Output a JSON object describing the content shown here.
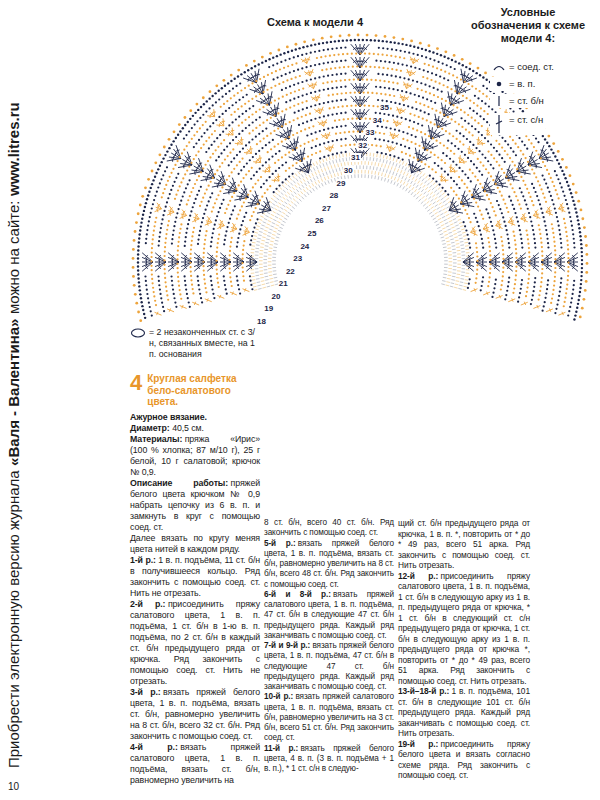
{
  "diagram": {
    "title": "Схема к модели 4",
    "labels": [
      "Приобрести электронную версию журнала",
      "«Валя - Валентина»",
      "можно на сайте:",
      "www.litres.ru",
      "Условные обозначения к схеме модели 4:",
      "18",
      "19",
      "20",
      "21",
      "22",
      "23",
      "24",
      "25",
      "26",
      "27",
      "28",
      "29",
      "30",
      "31",
      "32",
      "33",
      "34",
      "35",
      "4",
      "Круглая салфетка бело-салатового цвета.",
      "Ажурное вязание.",
      "Диаметр:",
      "40,5 см.",
      "Материалы:",
      "пряжа «Ирис» (100 % хлопка; 87 м/10 г), 25 г белой, 10 г салатовой; крючок № 0,9.",
      "Описание работы:",
      "пряжей белого цвета крючком № 0,9 набрать цепочку из 6 в. п. и замкнуть в круг с помощью соед. ст.",
      "Далее вязать по кругу меняя цвета нитей в каждом ряду.",
      "1-й р.:",
      "1 в. п. подъёма, 11 ст. б/н в получившееся кольцо. Ряд закончить с помощью соед. ст. Нить не отрезать.",
      "2-й р.:",
      "присоединить пряжу салатового цвета, 1 в. п. подъёма, 1 ст. б/н в 1-ю в. п. подъёма, по 2 ст. б/н в каждый ст. б/н предыдущего ряда от крючка. Ряд закончить с помощью соед. ст. Нить не отрезать.",
      "3-й р.:",
      "вязать пряжей белого цвета, 1 в. п. подъёма, вязать ст. б/н, равномерно увеличить на 8 ст. б/н, всего 32 ст. б/н. Ряд закончить с помощью соед. ст.",
      "4-й р.:",
      "вязать пряжей салатового цвета, 1 в. п. подъёма, вязать ст. б/н, равномерно увеличить на",
      "8 ст. б/н, всего 40 ст. б/н. Ряд закончить с помощью соед. ст.",
      "5-й р.:",
      "вязать пряжей белого цвета, 1 в. п. подъёма, вязать ст. б/н, равномерно увеличить на 8 ст. б/н, всего 48 ст. б/н. Ряд закончить с помощью соед. ст.",
      "6-й и 8-й р.:",
      "вязать пряжей салатового цвета, 1 в. п. подъёма, 47 ст. б/н в следующие 47 ст. б/н предыдущего ряда. Каждый ряд заканчивать с помощью соед. ст.",
      "7-й и 9-й р.:",
      "вязать пряжей белого цвета, 1 в. п. подъёма, 47 ст. б/н в следующие 47 ст. б/н предыдущего ряда. Каждый ряд заканчивать с помощью соед. ст.",
      "10-й р.:",
      "вязать пряжей салатового цвета, 1 в. п. подъёма, вязать ст. б/н, равномерно увеличить на 3 ст. б/н, всего 51 ст. б/н. Ряд закончить соед. ст.",
      "11-й р.:",
      "вязать пряжей белого цвета, 4 в. п. (3 в. п. подъёма + 1 в. п.), * 1 ст. с/н в следую-",
      "щий ст. б/н предыдущего ряда от крючка, 1 в. п. *, повторить от * до * 49 раз, всего 51 арка. Ряд закончить с помощью соед. ст. Нить отрезать.",
      "12-й р.:",
      "присоединить пряжу салатового цвета, 1 в. п. подъёма, 1 ст. б/н в следующую арку из 1 в. п. предыдущего ряда от крючка, * 1 ст. б/н в следующий ст. с/н предыдущего ряда от крючка, 1 ст. б/н в следующую арку из 1 в. п. предыдущего ряда от крючка *, повторить от * до * 49 раз, всего 51 арка. Ряд закончить с помощью соед. ст. Нить отрезать.",
      "13-й–18-й р.:",
      "1 в. п. подъёма, 101 ст. б/н в следующие 101 ст. б/н предыдущего ряда. Каждый ряд заканчивать с помощью соед. ст. Нить отрезать.",
      "19-й р.:",
      "присоединить пряжу белого цвета и вязать согласно схеме ряда. Ряд закончить с помощью соед. ст.",
      "10"
    ],
    "legend": [
      {
        "text": "= соед. ст."
      },
      {
        "text": "= в. п."
      },
      {
        "text": "= ст. б/н"
      },
      {
        "text": "= ст. с/н"
      },
      {
        "text": "= 2 незаконченных ст. с 3/н, связанных вместе, на 1 п. основания"
      }
    ]
  }
}
